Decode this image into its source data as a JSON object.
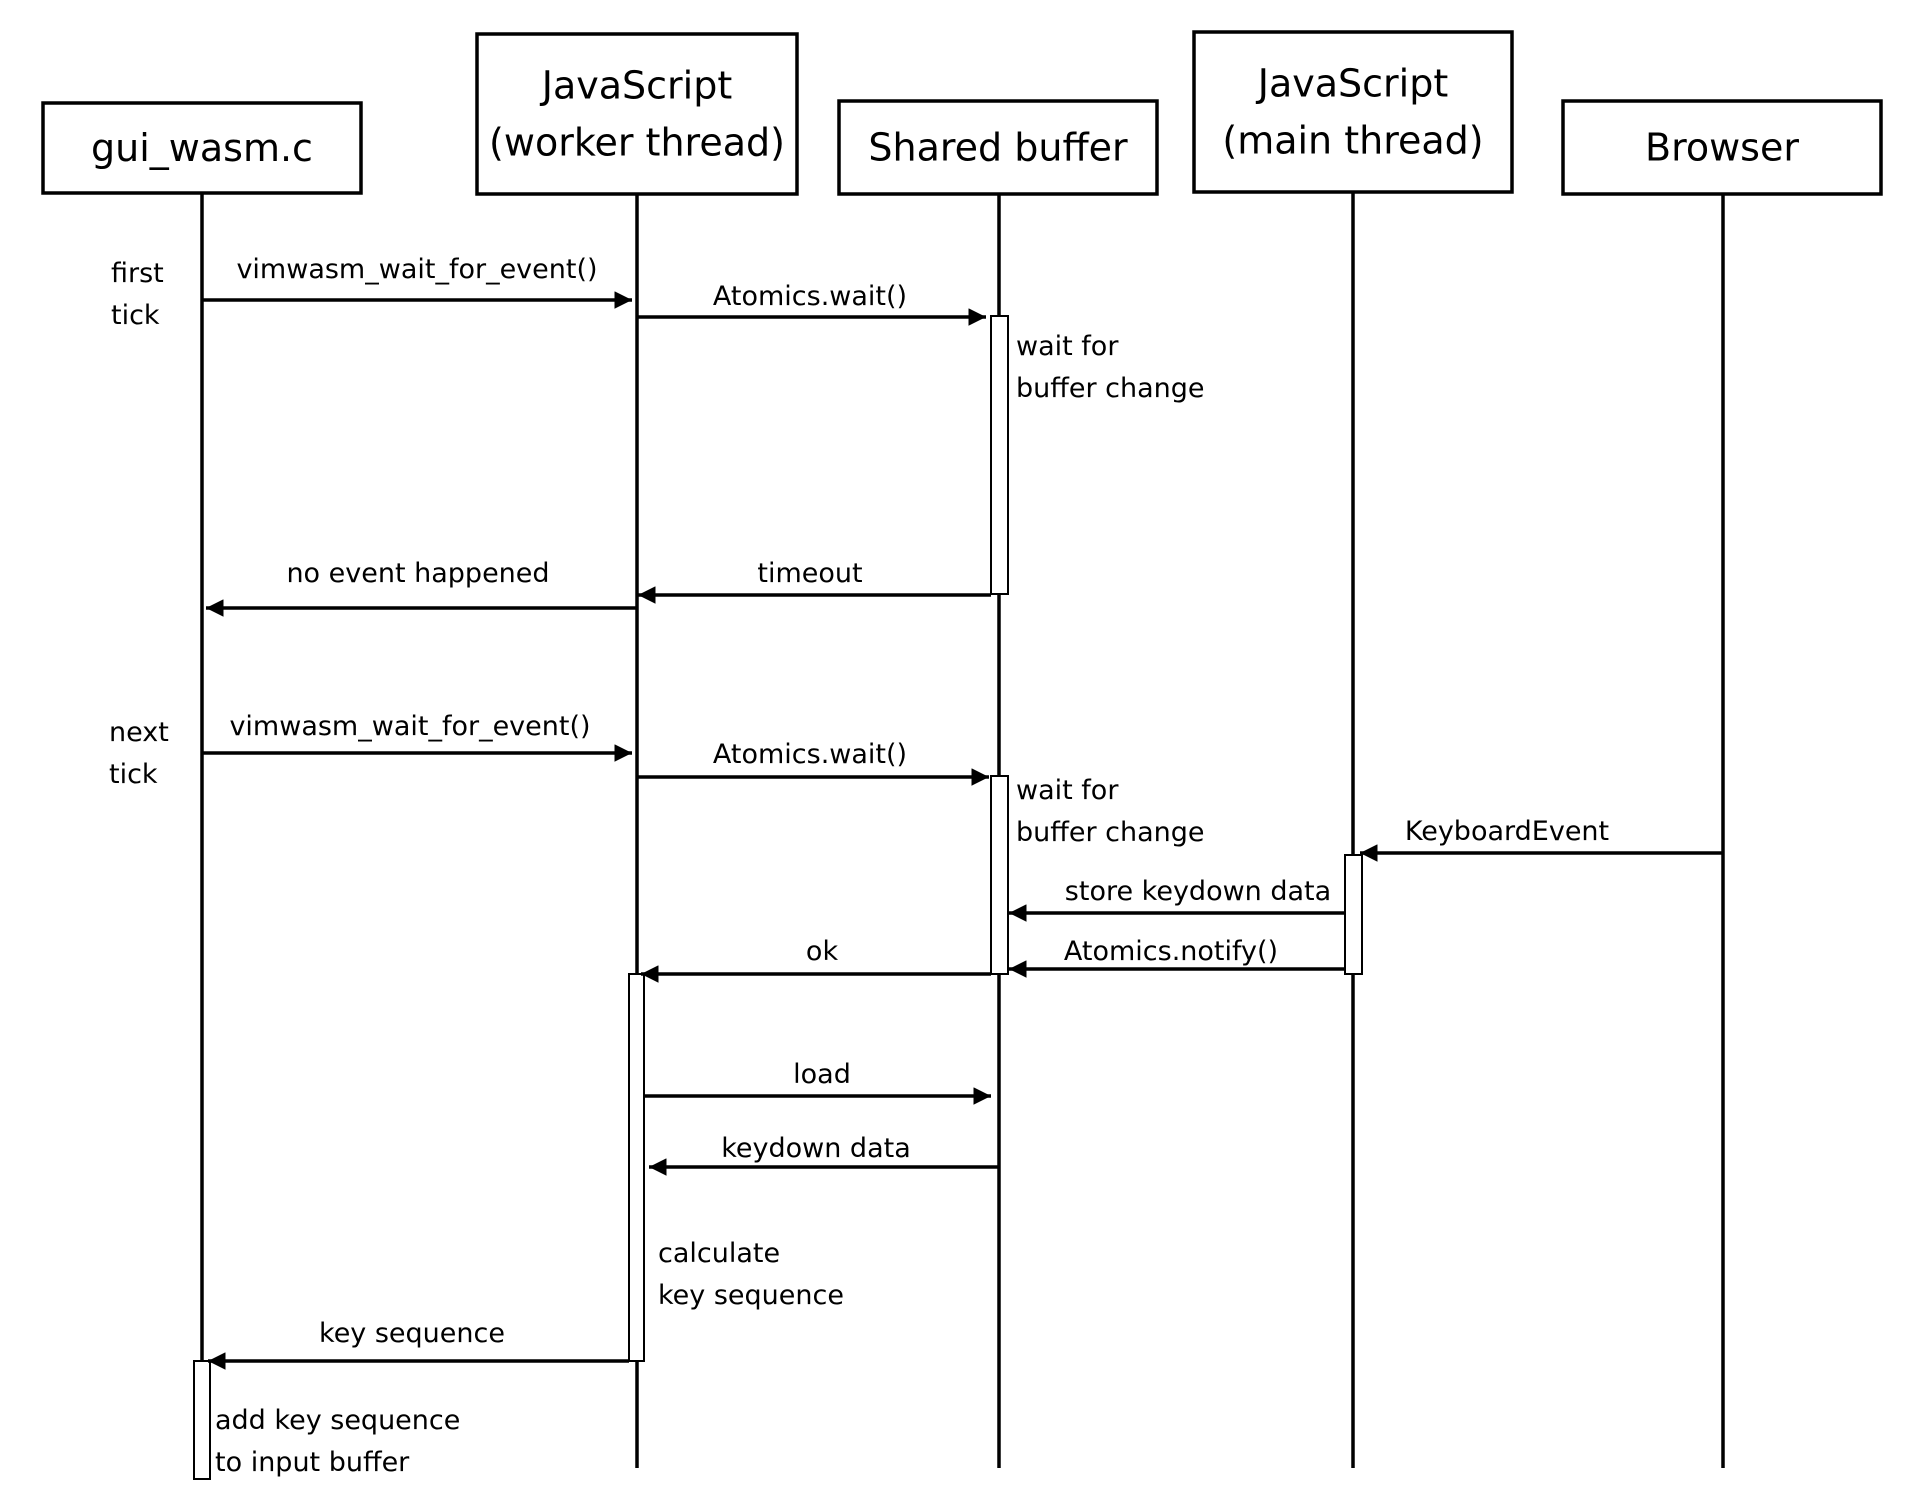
{
  "actors": [
    {
      "id": "gui",
      "lines": [
        "gui_wasm.c"
      ]
    },
    {
      "id": "worker",
      "lines": [
        "JavaScript",
        "(worker thread)"
      ]
    },
    {
      "id": "shared",
      "lines": [
        "Shared buffer"
      ]
    },
    {
      "id": "main",
      "lines": [
        "JavaScript",
        "(main thread)"
      ]
    },
    {
      "id": "browser",
      "lines": [
        "Browser"
      ]
    }
  ],
  "messages": [
    {
      "label": "vimwasm_wait_for_event()",
      "from": "gui",
      "to": "worker"
    },
    {
      "label": "Atomics.wait()",
      "from": "worker",
      "to": "shared"
    },
    {
      "label": "timeout",
      "from": "shared",
      "to": "worker"
    },
    {
      "label": "no event happened",
      "from": "worker",
      "to": "gui"
    },
    {
      "label": "vimwasm_wait_for_event()",
      "from": "gui",
      "to": "worker"
    },
    {
      "label": "Atomics.wait()",
      "from": "worker",
      "to": "shared"
    },
    {
      "label": "KeyboardEvent",
      "from": "browser",
      "to": "main"
    },
    {
      "label": "store keydown data",
      "from": "main",
      "to": "shared"
    },
    {
      "label": "Atomics.notify()",
      "from": "main",
      "to": "shared"
    },
    {
      "label": "ok",
      "from": "shared",
      "to": "worker"
    },
    {
      "label": "load",
      "from": "worker",
      "to": "shared"
    },
    {
      "label": "keydown data",
      "from": "shared",
      "to": "worker"
    },
    {
      "label": "key sequence",
      "from": "worker",
      "to": "gui"
    }
  ],
  "notes": [
    {
      "lines": [
        "first",
        "tick"
      ]
    },
    {
      "lines": [
        "wait for",
        "buffer change"
      ]
    },
    {
      "lines": [
        "next",
        "tick"
      ]
    },
    {
      "lines": [
        "wait for",
        "buffer change"
      ]
    },
    {
      "lines": [
        "calculate",
        "key sequence"
      ]
    },
    {
      "lines": [
        "add key sequence",
        "to input buffer"
      ]
    }
  ]
}
